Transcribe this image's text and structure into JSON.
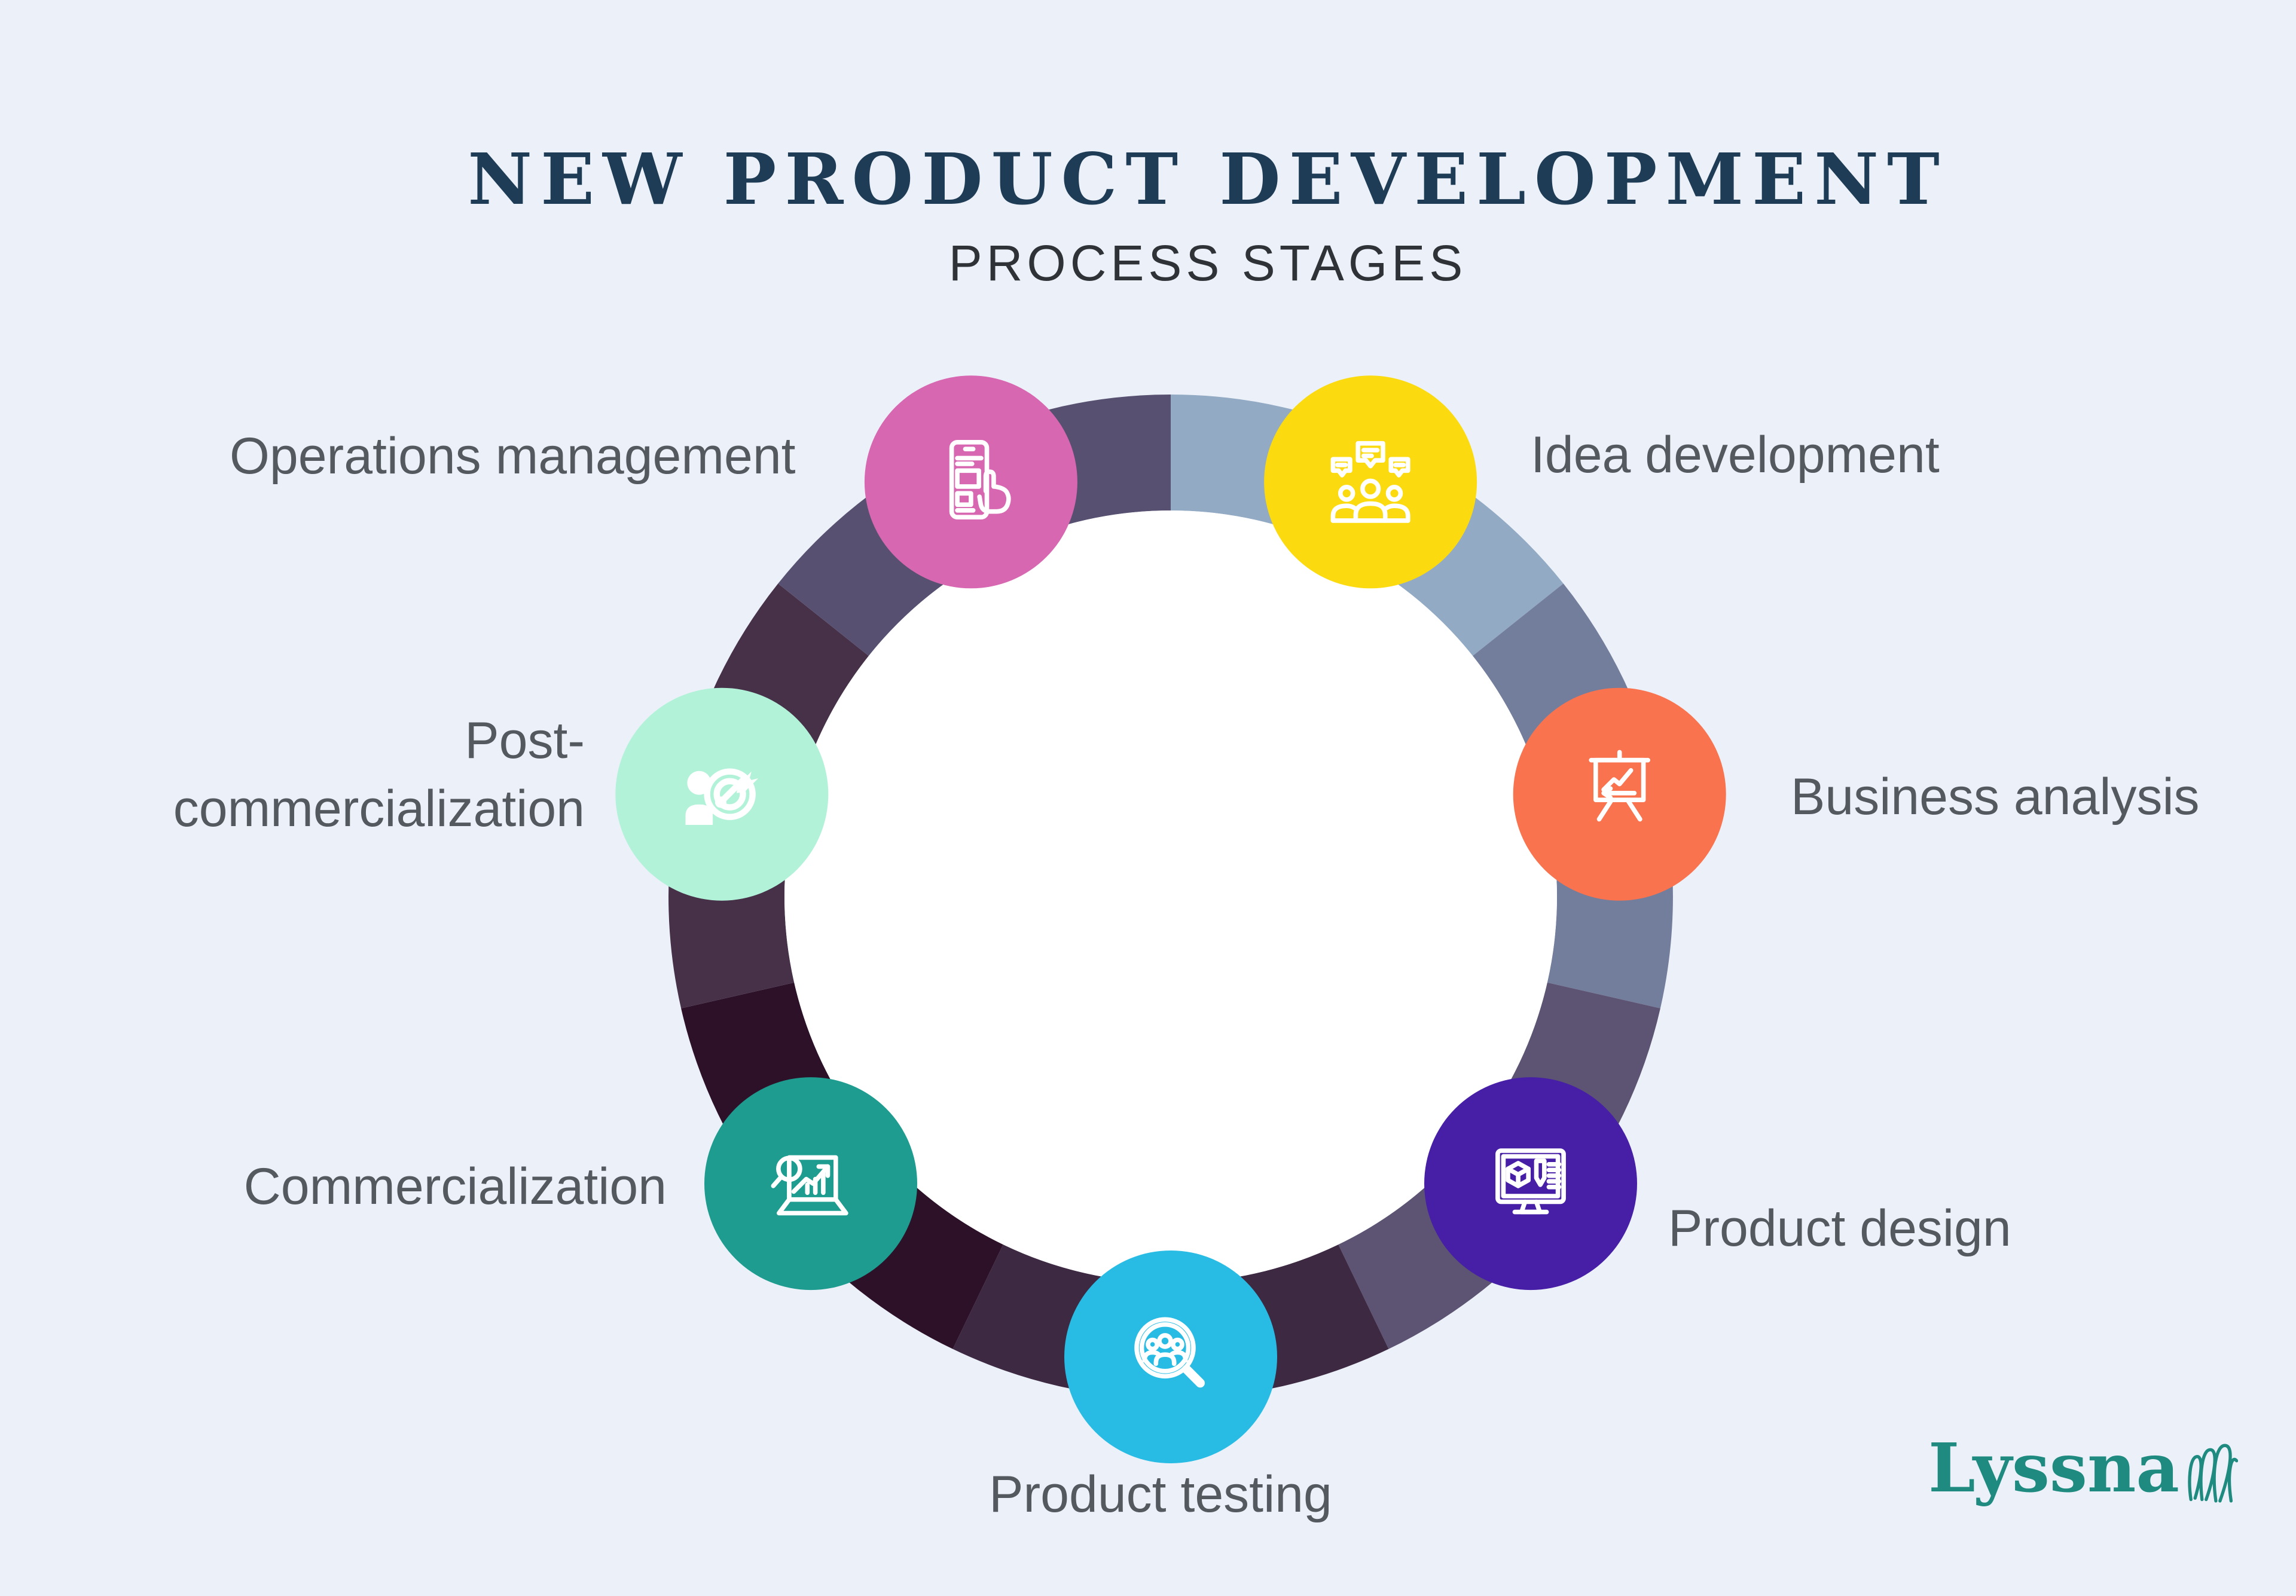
{
  "header": {
    "title": "NEW PRODUCT DEVELOPMENT",
    "subtitle": "PROCESS STAGES"
  },
  "diagram": {
    "center_fill": "#FFFFFF",
    "stages": [
      {
        "label": "Idea development",
        "circle_color": "#FBDB10",
        "ring_color": "#93AAC4",
        "icon": "people-discussion"
      },
      {
        "label": "Business analysis",
        "circle_color": "#F9734F",
        "ring_color": "#737D9C",
        "icon": "presentation-chart"
      },
      {
        "label": "Product design",
        "circle_color": "#471FA6",
        "ring_color": "#5C5472",
        "icon": "design-monitor"
      },
      {
        "label": "Product testing",
        "circle_color": "#28BCE4",
        "ring_color": "#3D2942",
        "icon": "magnifier-people"
      },
      {
        "label": "Commercialization",
        "circle_color": "#1D9C8F",
        "ring_color": "#2D1129",
        "icon": "laptop-growth"
      },
      {
        "label": "Post-commercialization",
        "label_lines": [
          "Post-",
          "commercialization"
        ],
        "circle_color": "#B2F2D8",
        "ring_color": "#463149",
        "icon": "person-target"
      },
      {
        "label": "Operations management",
        "circle_color": "#D767B0",
        "ring_color": "#575070",
        "icon": "phone-touch"
      }
    ]
  },
  "logo": {
    "text": "Lyssna",
    "color": "#1F8B80",
    "mark": "scribble-loops-icon"
  },
  "colors": {
    "background": "#ECF1F9",
    "title": "#1E3C55",
    "subtitle": "#2F3338",
    "label": "#54585F"
  }
}
